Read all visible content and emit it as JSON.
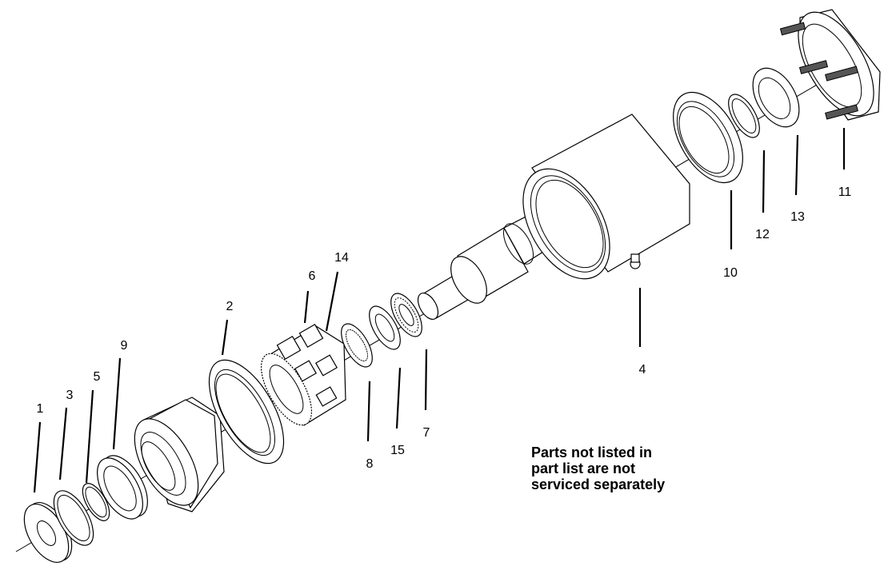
{
  "callouts": [
    {
      "id": "1",
      "label": "1"
    },
    {
      "id": "3",
      "label": "3"
    },
    {
      "id": "5",
      "label": "5"
    },
    {
      "id": "9",
      "label": "9"
    },
    {
      "id": "2",
      "label": "2"
    },
    {
      "id": "6",
      "label": "6"
    },
    {
      "id": "14",
      "label": "14"
    },
    {
      "id": "8",
      "label": "8"
    },
    {
      "id": "15",
      "label": "15"
    },
    {
      "id": "7",
      "label": "7"
    },
    {
      "id": "4",
      "label": "4"
    },
    {
      "id": "10",
      "label": "10"
    },
    {
      "id": "12",
      "label": "12"
    },
    {
      "id": "13",
      "label": "13"
    },
    {
      "id": "11",
      "label": "11"
    }
  ],
  "note": {
    "line1": "Parts not listed in",
    "line2": "part list are not",
    "line3": "serviced separately"
  }
}
